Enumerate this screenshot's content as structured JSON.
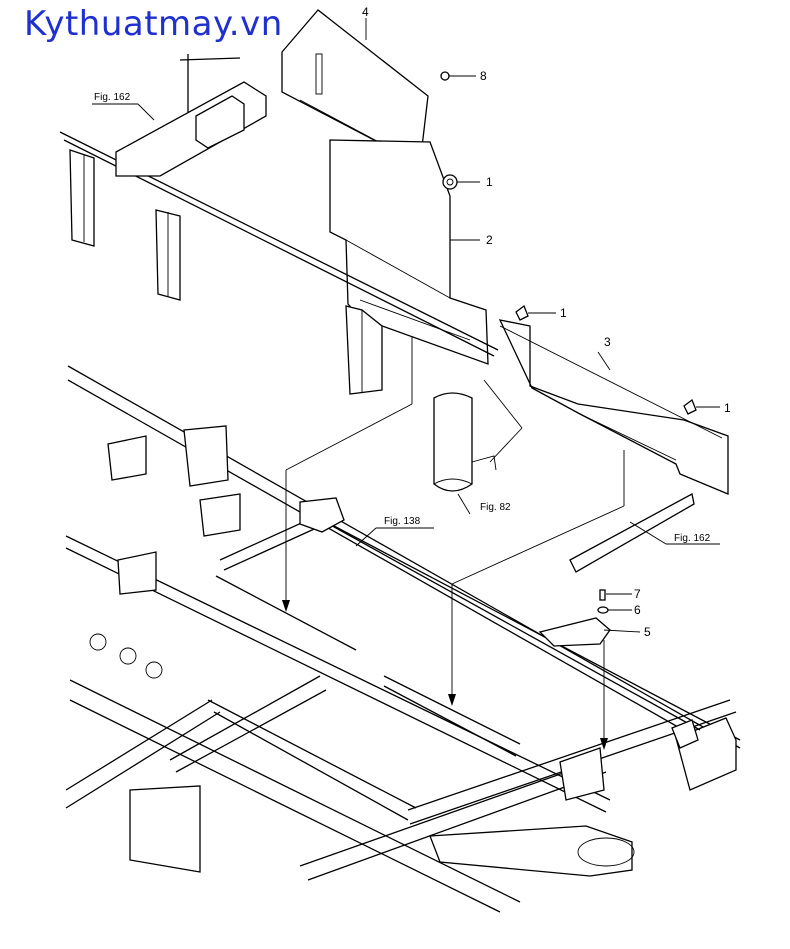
{
  "watermark": "Kythuatmay.vn",
  "callouts": {
    "c4": "4",
    "c8": "8",
    "c1a": "1",
    "c2": "2",
    "c1b": "1",
    "c3": "3",
    "c1c": "1",
    "c7": "7",
    "c6": "6",
    "c5": "5"
  },
  "figure_refs": {
    "fig162_top": "Fig. 162",
    "fig82": "Fig. 82",
    "fig138": "Fig. 138",
    "fig162_right": "Fig. 162"
  }
}
